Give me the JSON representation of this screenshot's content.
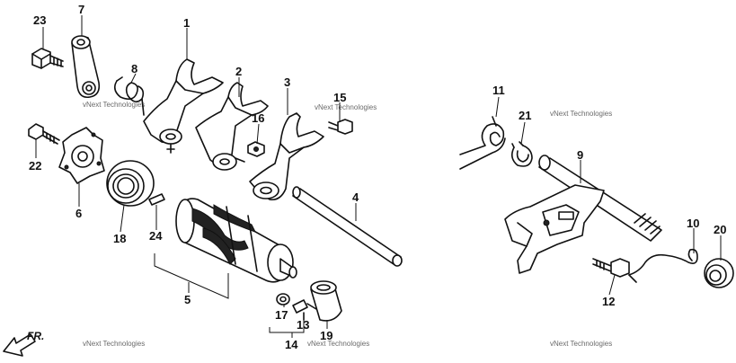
{
  "callouts": {
    "n1": "1",
    "n2": "2",
    "n3": "3",
    "n4": "4",
    "n5": "5",
    "n6": "6",
    "n7": "7",
    "n8": "8",
    "n9": "9",
    "n10": "10",
    "n11": "11",
    "n12": "12",
    "n13": "13",
    "n14": "14",
    "n15": "15",
    "n16": "16",
    "n17": "17",
    "n18": "18",
    "n19": "19",
    "n20": "20",
    "n21": "21",
    "n22": "22",
    "n23": "23",
    "n24": "24"
  },
  "watermark": "vNext Technologies",
  "direction_label": "FR."
}
